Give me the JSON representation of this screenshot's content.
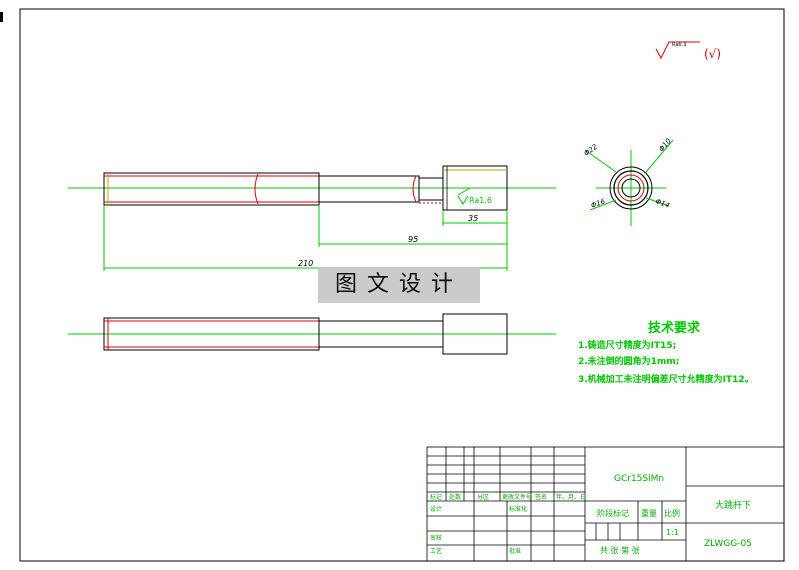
{
  "drawing": {
    "watermark": "图文设计",
    "roughness": {
      "symbol_value": "Ra6.3",
      "default_label": "(√)"
    },
    "dimensions": {
      "overall_length": "210",
      "middle_length": "95",
      "head_length": "35",
      "surface_finish": "Ra1.6"
    },
    "section_labels": {
      "phi_a": "Φ22",
      "phi_b": "Φ10",
      "phi_c": "Φ16",
      "phi_d": "Φ14"
    },
    "tech_requirements": {
      "title": "技术要求",
      "items": [
        "1.铸造尺寸精度为IT15;",
        "2.未注倒的圆角为1mm;",
        "3.机械加工未注明偏差尺寸允精度为IT12。"
      ]
    },
    "title_block": {
      "material": "GCr15SiMn",
      "part_name": "大跳杆下",
      "drawing_no": "ZLWGG-05",
      "scale_header": "比例",
      "weight_header": "重量",
      "stage_header": "阶段标记",
      "scale_value": "1:1",
      "sheets_text": "共 张 第 张",
      "labels": {
        "mark": "标记",
        "count": "处数",
        "zone": "分区",
        "change_doc": "更改文件号",
        "sign": "签名",
        "date": "年、月、日",
        "design": "设计",
        "standard": "标准化",
        "review": "审核",
        "process": "工艺",
        "approve": "批准"
      }
    },
    "colors": {
      "green": "#00c800",
      "red": "#e00000",
      "black": "#000000",
      "yellow": "#c8a000",
      "blue": "#2040ff"
    }
  }
}
